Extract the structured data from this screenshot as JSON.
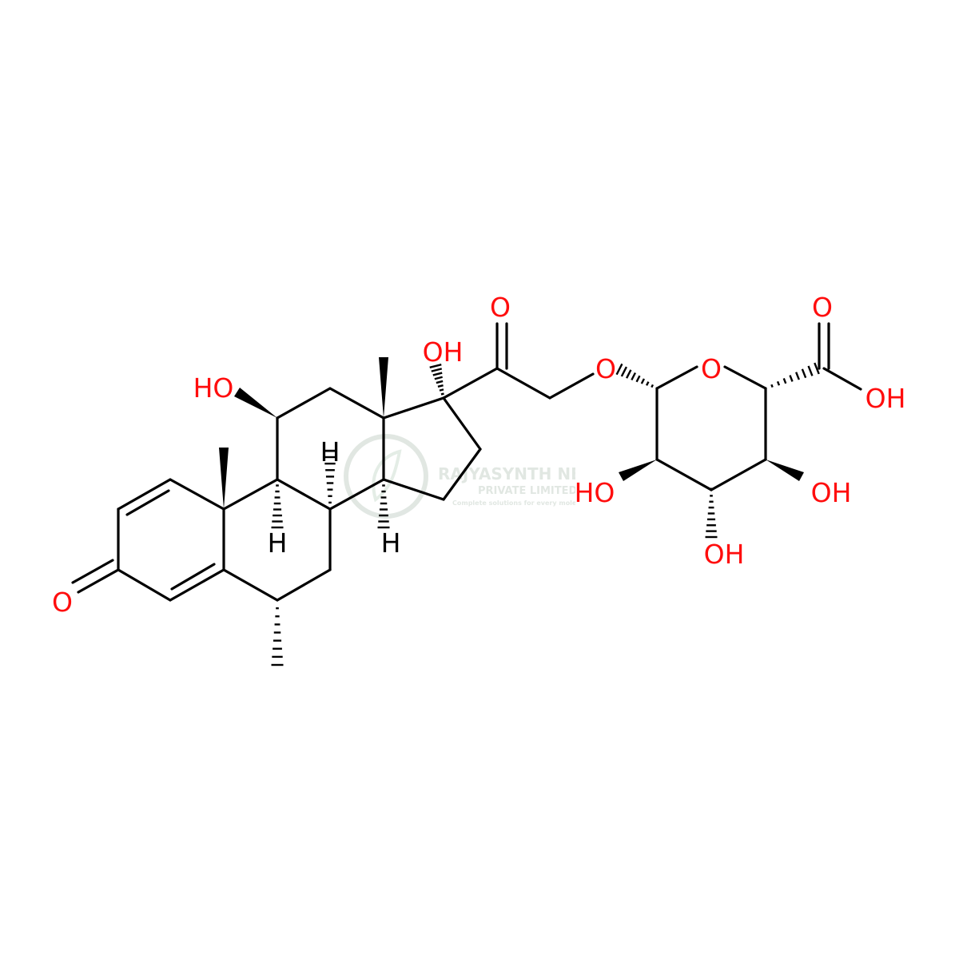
{
  "colors": {
    "bond": "#000000",
    "oxygen": "#ff0d0d",
    "hydrogen": "#000000",
    "watermark": "#c9d4cc"
  },
  "labels": {
    "ketone_o_left": "O",
    "hydroxyl_c11": "HO",
    "hydroxyl_c17": "OH",
    "ketone_o_c20": "O",
    "ether_o": "O",
    "ring_o": "O",
    "acid_carbonyl_o": "O",
    "acid_oh": "OH",
    "sugar_oh_c2": "HO",
    "sugar_oh_c3": "OH",
    "sugar_oh_c4": "OH",
    "h_c9": "H",
    "h_c8": "H",
    "h_c14": "H"
  },
  "watermark": {
    "line1": "RAJYASYNTH NEXAS",
    "line2": "PRIVATE LIMITED",
    "line3": "Complete solutions for every molecule"
  }
}
